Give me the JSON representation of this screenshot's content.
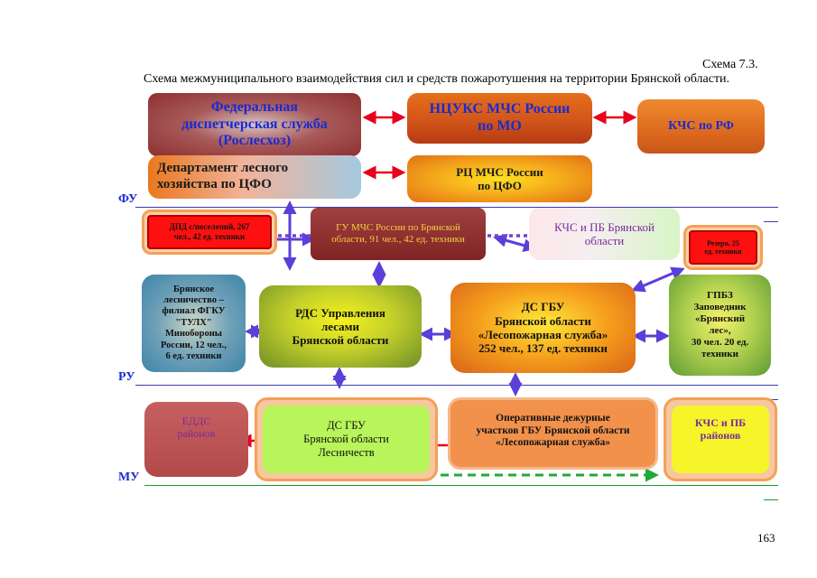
{
  "header": {
    "scheme_number": "Схема 7.3.",
    "caption": "Схема межмуниципального взаимодействия сил и средств пожаротушения на территории Брянской области."
  },
  "levels": {
    "federal": "ФУ",
    "regional": "РУ",
    "municipal": "МУ"
  },
  "nodes": {
    "fed_dispatch": "Федеральная\nдиспетчерская служба\n(Рослесхоз)",
    "ntsuks": "НЦУКС МЧС России\nпо МО",
    "kchs_rf": "КЧС по РФ",
    "dept_forest": "Департамент лесного\nхозяйства по ЦФО",
    "rts_mchs": "РЦ МЧС России\nпо ЦФО",
    "dpd": "ДПД с/поселений, 267\nчел., 42 ед. техники",
    "gu_mchs": "ГУ МЧС России по Брянской\nобласти, 91 чел., 42 ед. техники",
    "kchs_pb_obl": "КЧС и ПБ Брянской\nобласти",
    "reserve": "Резерв, 25\nед. техники",
    "bryansk_forestry": "Брянское\nлесничество –\nфилиал ФГКУ\n\"ТУЛХ\"\nМинобороны\nРоссии, 12 чел.,\n6 ед. техники",
    "rds": "РДС Управления\nлесами\nБрянской области",
    "ds_gbu": "ДС ГБУ\nБрянской области\n«Лесопожарная служба»\n252 чел., 137 ед. техники",
    "gpbz": "ГПБЗ\nЗаповедник\n«Брянский\nлес»,\n30 чел. 20 ед.\nтехники",
    "edds": "ЕДДС\nрайонов",
    "ds_gbu_forestries": "ДС ГБУ\nБрянской области\nЛесничеств",
    "operative": "Оперативные дежурные\nучастков ГБУ Брянской области\n«Лесопожарная служба»",
    "kchs_pb_districts": "КЧС и ПБ\nрайонов"
  },
  "footer": {
    "page_number": "163"
  },
  "colors": {
    "arrow_red": "#e8001c",
    "arrow_blue": "#5a3fd8",
    "arrow_green": "#1faa3a",
    "line_blue": "#3a3ab0",
    "line_green": "#1a9a2a",
    "text_blue": "#1a2ad0",
    "text_purple": "#7a2aa0"
  }
}
